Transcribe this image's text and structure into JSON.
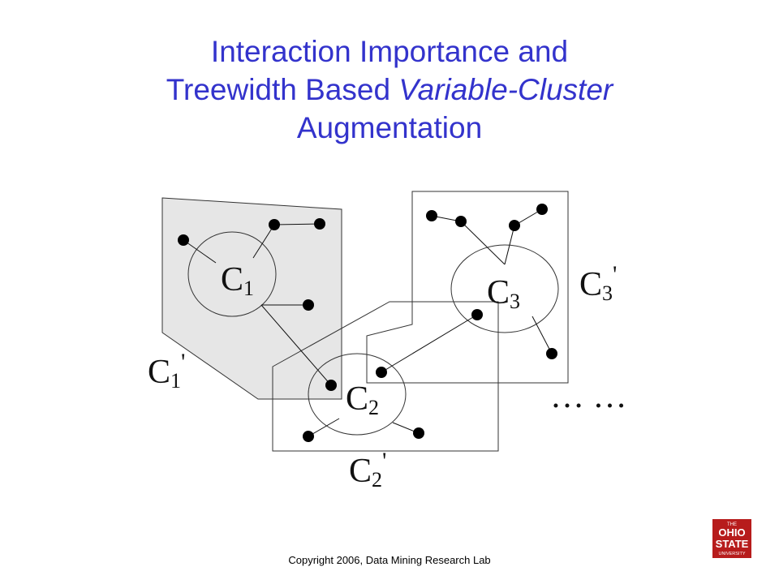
{
  "title": {
    "line1": "Interaction Importance and",
    "line2_plain": "Treewidth Based ",
    "line2_italic": "Variable-Cluster",
    "line3": "Augmentation"
  },
  "diagram": {
    "clusters": [
      {
        "main": "C",
        "sub": "1"
      },
      {
        "main": "C",
        "sub": "2"
      },
      {
        "main": "C",
        "sub": "3"
      }
    ],
    "regions": [
      {
        "main": "C",
        "sub": "1",
        "prime": "'"
      },
      {
        "main": "C",
        "sub": "2",
        "prime": "'"
      },
      {
        "main": "C",
        "sub": "3",
        "prime": "'"
      }
    ],
    "ellipsis": "… …"
  },
  "footer": {
    "copyright": "Copyright 2006, Data Mining Research Lab"
  },
  "logo": {
    "line1": "THE",
    "line2": "OHIO",
    "line3": "STATE",
    "line4": "UNIVERSITY"
  },
  "colors": {
    "title": "#3333cc",
    "region_fill": "#e6e6e6",
    "logo": "#b71c1c"
  }
}
